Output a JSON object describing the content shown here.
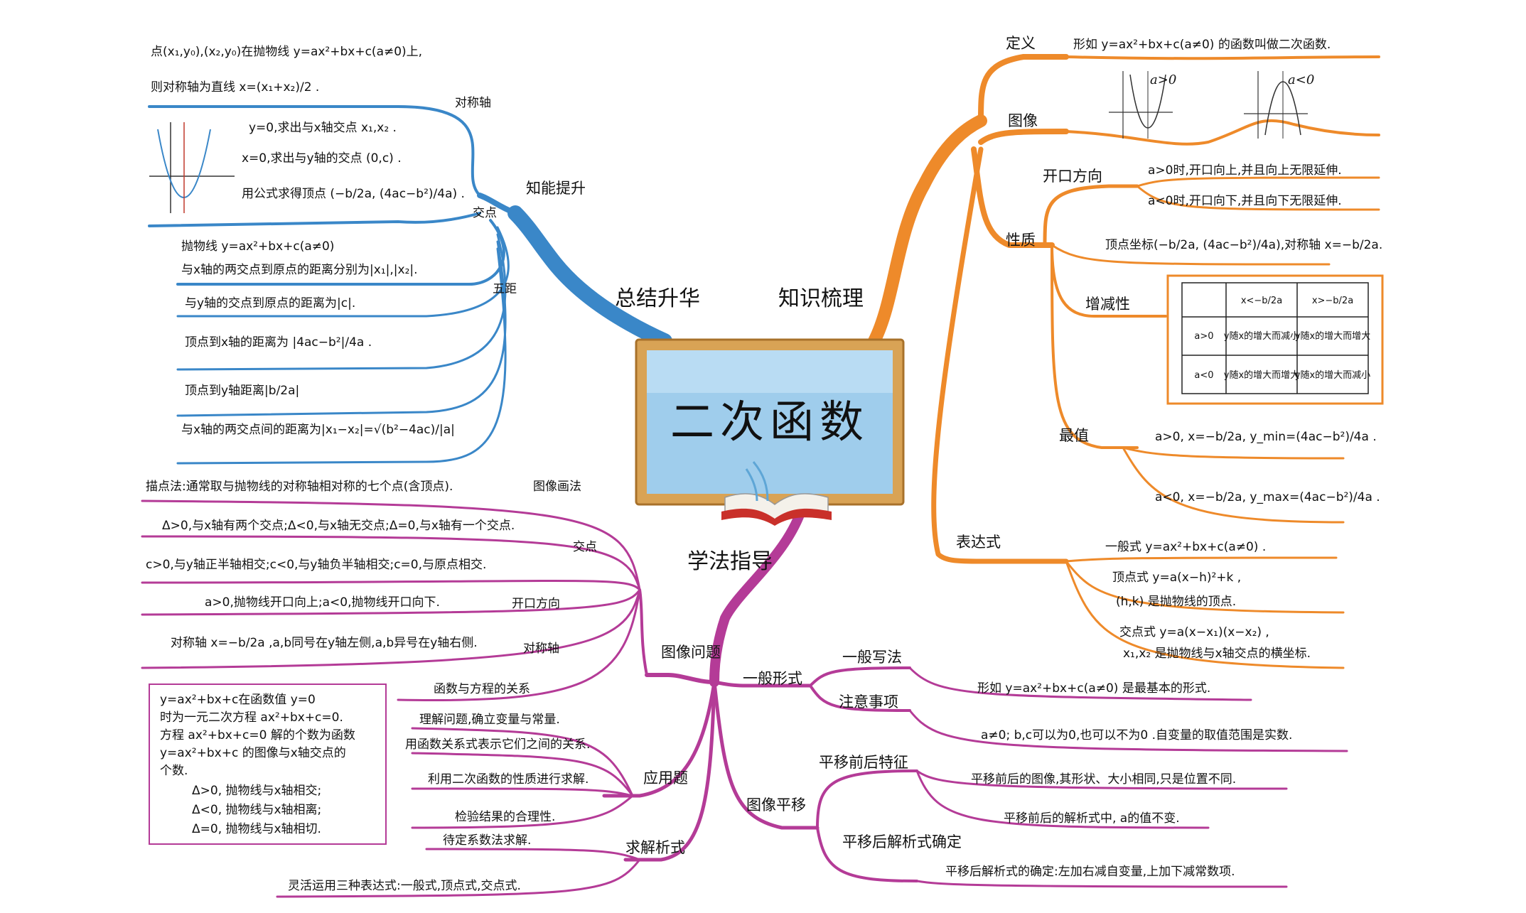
{
  "center": {
    "title": "二次函数",
    "colors": {
      "board_frame": "#d9a355",
      "board_face": "#9fcdec",
      "book": "#c9302a"
    }
  },
  "branches": {
    "summary": {
      "title": "总结升华",
      "color": "#3a87c8",
      "sub": "知能提升",
      "axis": {
        "label": "对称轴",
        "text_a": "点(x₁,y₀),(x₂,y₀)在抛物线 y=ax²+bx+c(a≠0)上,",
        "text_b": "则对称轴为直线 x=(x₁+x₂)/2 ."
      },
      "intersection": {
        "label": "交点",
        "line1": "y=0,求出与x轴交点 x₁,x₂ .",
        "line2": "x=0,求出与y轴的交点 (0,c) .",
        "line3": "用公式求得顶点 (−b/2a, (4ac−b²)/4a) ."
      },
      "distance": {
        "label": "五距",
        "intro1": "抛物线 y=ax²+bx+c(a≠0)",
        "intro2": "与x轴的两交点到原点的距离分别为|x₁|,|x₂|.",
        "item1": "与y轴的交点到原点的距离为|c|.",
        "item2": "顶点到x轴的距离为 |4ac−b²|/4a .",
        "item3": "顶点到y轴距离|b/2a|",
        "item4": "与x轴的两交点间的距离为|x₁−x₂|=√(b²−4ac)/|a|"
      }
    },
    "knowledge": {
      "title": "知识梳理",
      "color": "#ee8a2a",
      "definition": {
        "label": "定义",
        "text": "形如 y=ax²+bx+c(a≠0) 的函数叫做二次函数."
      },
      "graph": {
        "label": "图像",
        "cap1": "a>0",
        "cap2": "a<0"
      },
      "property": {
        "label": "性质",
        "opening": {
          "label": "开口方向",
          "up": "a>0时,开口向上,并且向上无限延伸.",
          "down": "a<0时,开口向下,并且向下无限延伸."
        },
        "vertex": "顶点坐标(−b/2a, (4ac−b²)/4a),对称轴 x=−b/2a.",
        "monotonic": {
          "label": "增减性",
          "col1": "x<−b/2a",
          "col2": "x>−b/2a",
          "row1": "a>0",
          "row2": "a<0",
          "c11": "y随x的增大而减小",
          "c12": "y随x的增大而增大",
          "c21": "y随x的增大而增大",
          "c22": "y随x的增大而减小"
        },
        "extreme": {
          "label": "最值",
          "max": "a>0, x=−b/2a, y_min=(4ac−b²)/4a .",
          "min": "a<0, x=−b/2a, y_max=(4ac−b²)/4a ."
        }
      },
      "expression": {
        "label": "表达式",
        "general": "一般式 y=ax²+bx+c(a≠0) .",
        "vertex1": "顶点式 y=a(x−h)²+k ,",
        "vertex2": "(h,k) 是抛物线的顶点.",
        "cross1": "交点式 y=a(x−x₁)(x−x₂) ,",
        "cross2": "x₁,x₂ 是抛物线与x轴交点的横坐标."
      }
    },
    "method": {
      "title": "学法指导",
      "color": "#b43b97",
      "image_problem": {
        "label": "图像问题",
        "drawing": {
          "label": "图像画法",
          "text": "描点法:通常取与抛物线的对称轴相对称的七个点(含顶点)."
        },
        "intersections": {
          "label": "交点",
          "t1": "Δ>0,与x轴有两个交点;Δ<0,与x轴无交点;Δ=0,与x轴有一个交点.",
          "t2": "c>0,与y轴正半轴相交;c<0,与y轴负半轴相交;c=0,与原点相交."
        },
        "opening": {
          "label": "开口方向",
          "text": "a>0,抛物线开口向上;a<0,抛物线开口向下."
        },
        "axis": {
          "label": "对称轴",
          "text": "对称轴 x=−b/2a ,a,b同号在y轴左侧,a,b异号在y轴右侧."
        },
        "relation": {
          "label": "函数与方程的关系"
        }
      },
      "box": {
        "l1": "y=ax²+bx+c在函数值 y=0",
        "l2": "时为一元二次方程 ax²+bx+c=0.",
        "l3": "方程 ax²+bx+c=0 解的个数为函数",
        "l4": "y=ax²+bx+c 的图像与x轴交点的",
        "l5": "个数.",
        "l6": "Δ>0, 抛物线与x轴相交;",
        "l7": "Δ<0, 抛物线与x轴相离;",
        "l8": "Δ=0, 抛物线与x轴相切."
      },
      "application": {
        "label": "应用题",
        "a1": "理解问题,确立变量与常量.",
        "a2": "用函数关系式表示它们之间的关系.",
        "a3": "利用二次函数的性质进行求解.",
        "a4": "检验结果的合理性."
      },
      "solve": {
        "label": "求解析式",
        "s1": "待定系数法求解.",
        "s2": "灵活运用三种表达式:一般式,顶点式,交点式."
      },
      "general_form": {
        "label": "一般形式",
        "write": {
          "label": "一般写法",
          "text": "形如 y=ax²+bx+c(a≠0) 是最基本的形式."
        },
        "note": {
          "label": "注意事项",
          "text": "a≠0; b,c可以为0,也可以不为0 .自变量的取值范围是实数."
        }
      },
      "translation": {
        "label": "图像平移",
        "feature": {
          "label": "平移前后特征",
          "t1": "平移前后的图像,其形状、大小相同,只是位置不同.",
          "t2": "平移前后的解析式中, a的值不变."
        },
        "after": {
          "label": "平移后解析式确定",
          "text": "平移后解析式的确定:左加右减自变量,上加下减常数项."
        }
      }
    }
  }
}
